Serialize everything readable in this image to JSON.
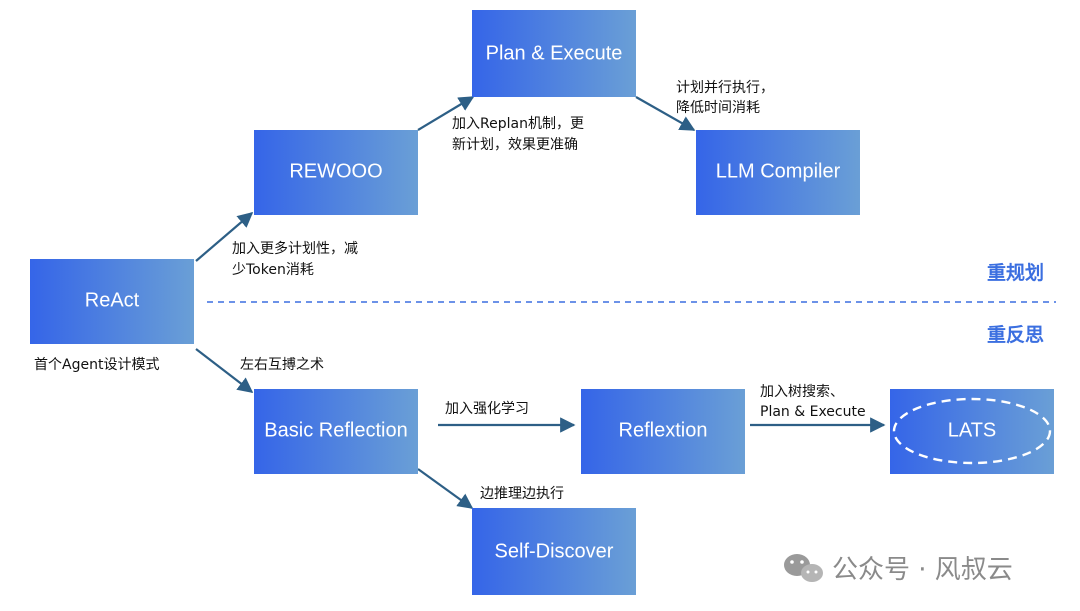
{
  "nodes": {
    "react": "ReAct",
    "rewooo": "REWOOO",
    "plan_execute": "Plan & Execute",
    "llm_compiler": "LLM Compiler",
    "basic_reflection": "Basic Reflection",
    "reflextion": "Reflextion",
    "lats": "LATS",
    "self_discover": "Self-Discover"
  },
  "annotations": {
    "react_note": "首个Agent设计模式",
    "react_to_rewooo": [
      "加入更多计划性，减",
      "少Token消耗"
    ],
    "rewooo_to_plan": [
      "加入Replan机制，更",
      "新计划，效果更准确"
    ],
    "plan_to_compiler": [
      "计划并行执行，",
      "降低时间消耗"
    ],
    "react_to_reflection": "左右互搏之术",
    "reflection_to_reflextion": "加入强化学习",
    "reflextion_to_lats": [
      "加入树搜索、",
      "Plan & Execute"
    ],
    "reflection_to_selfdiscover": "边推理边执行"
  },
  "sections": {
    "planning": "重规划",
    "reflection": "重反思"
  },
  "watermark": "公众号 · 风叔云",
  "colors": {
    "box_start": "#3565e8",
    "box_end": "#6a9fd6",
    "arrow": "#2d5f86",
    "section_text": "#3b6fe0"
  }
}
